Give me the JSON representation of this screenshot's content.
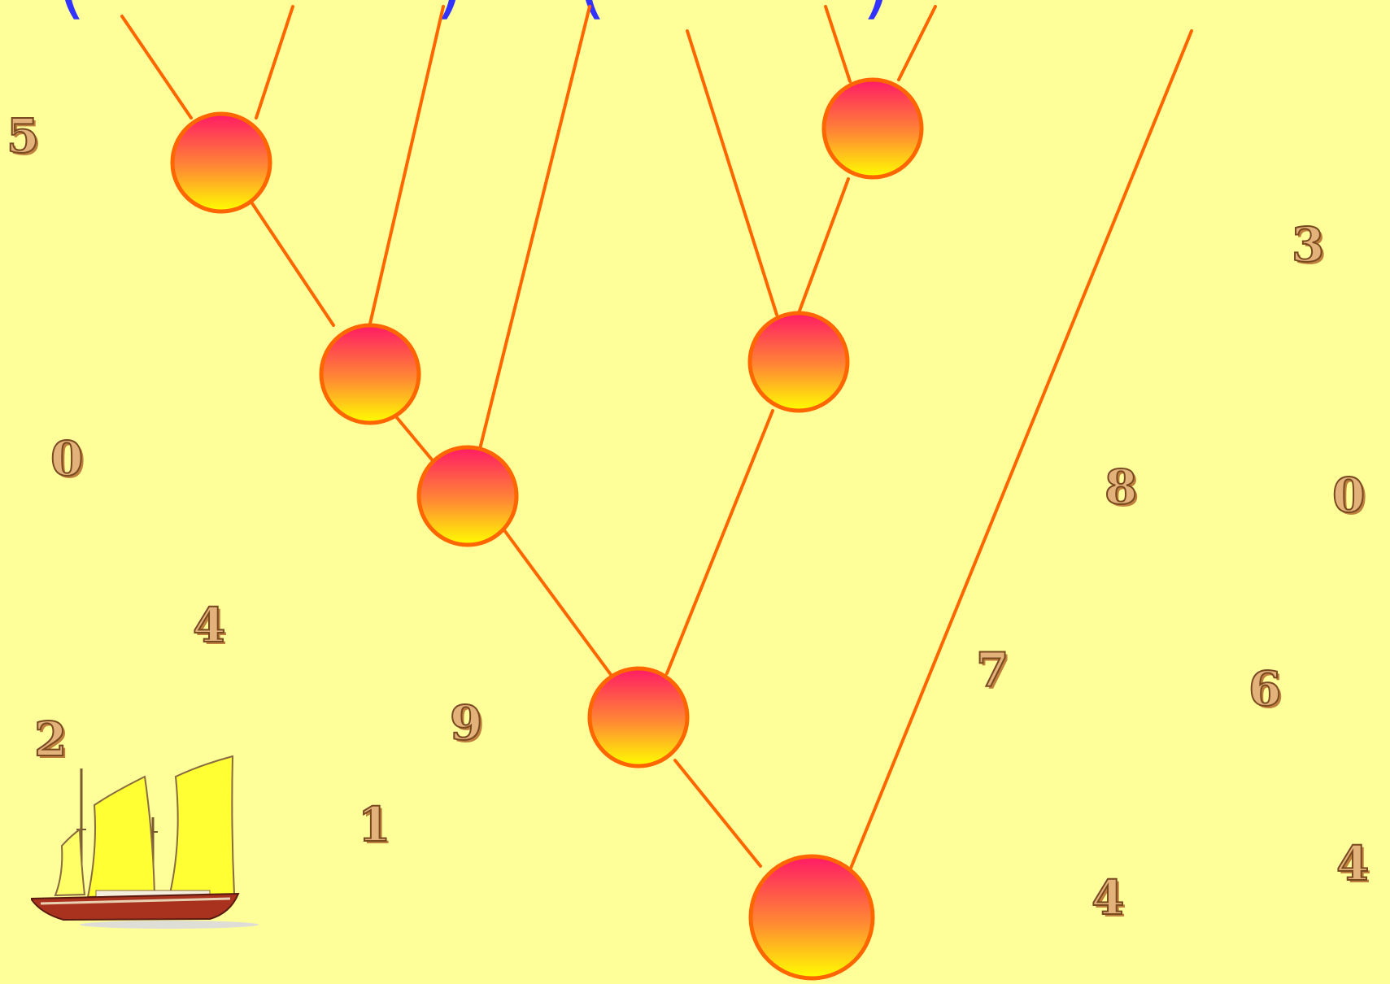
{
  "diagram": {
    "colors": {
      "background": "#ffff99",
      "line": "#ff6600",
      "node_top": "#ff1a66",
      "node_mid": "#ff8a33",
      "node_bottom": "#ffff00",
      "bracket": "#3333ff"
    },
    "brackets": [
      "(",
      ")",
      "(",
      ")"
    ],
    "node_count": 7,
    "floating_digits": [
      "5",
      "0",
      "4",
      "2",
      "9",
      "1",
      "7",
      "3",
      "8",
      "0",
      "6",
      "4",
      "4"
    ]
  }
}
